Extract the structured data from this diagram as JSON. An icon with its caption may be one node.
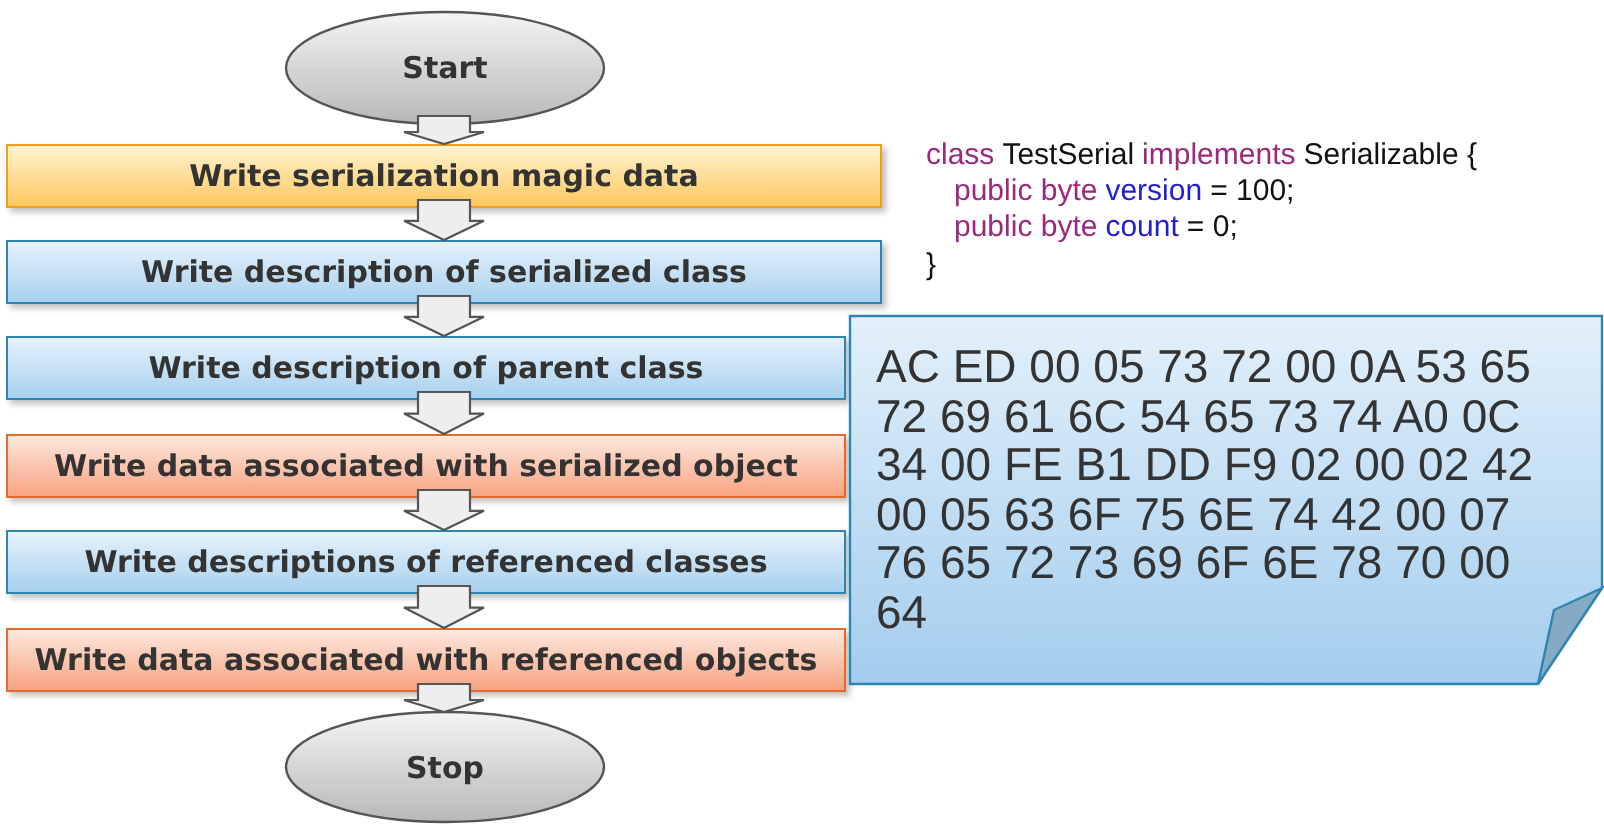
{
  "diagram": {
    "nodes": [
      {
        "text": [
          "Start"
        ]
      },
      {
        "text": [
          "Write serialization magic data"
        ]
      },
      {
        "text": [
          "Write description of serialized class"
        ]
      },
      {
        "text": [
          "Write description of parent class"
        ]
      },
      {
        "text": [
          "Write data associated with serialized object"
        ]
      },
      {
        "text": [
          "Write descriptions of referenced classes"
        ]
      },
      {
        "text": [
          "Write data associated with referenced objects"
        ]
      },
      {
        "text": [
          "Stop"
        ]
      },
      {
        "text": [
          "AC ED 00 05 73 72 00 0A 53 65 72 69 61 6C 54 65 73 74 A0 0C 34 00 FE B1 DD F9 02 00 02 42 00 05 63 6F 75 6E 74 42 00 07 76 65 72 73 69 6F 6E 78 70 00 64"
        ]
      }
    ],
    "edges": [
      {
        "from": 0,
        "to": 1,
        "arrow": "to"
      },
      {
        "from": 1,
        "to": 2,
        "arrow": "to"
      },
      {
        "from": 2,
        "to": 3,
        "arrow": "to"
      },
      {
        "from": 3,
        "to": 4,
        "arrow": "to"
      },
      {
        "from": 4,
        "to": 5,
        "arrow": "to"
      },
      {
        "from": 5,
        "to": 6,
        "arrow": "to"
      },
      {
        "from": 6,
        "to": 7,
        "arrow": "to"
      }
    ],
    "labels": [
      "class",
      "TestSerial",
      "implements",
      "Serializable {",
      "public byte",
      "version",
      "= 100;",
      "public byte",
      "count",
      "= 0;",
      "}"
    ]
  }
}
